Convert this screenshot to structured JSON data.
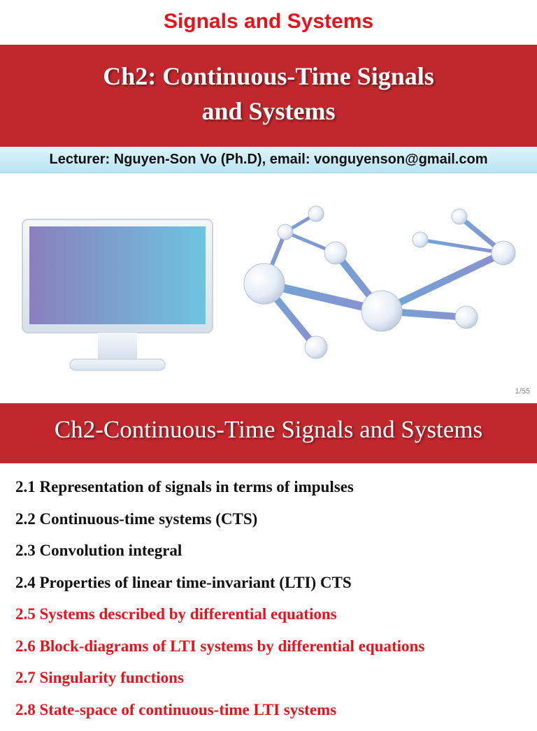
{
  "slide1": {
    "top_title": "Signals and Systems",
    "chapter_title_line1": "Ch2: Continuous-Time Signals",
    "chapter_title_line2": "and Systems",
    "lecturer": "Lecturer: Nguyen-Son Vo (Ph.D), email: vonguyenson@gmail.com",
    "page_number": "1/55",
    "illustration_icon": "monitor-network-icon"
  },
  "slide2": {
    "title": "Ch2-Continuous-Time Signals and Systems",
    "toc": [
      {
        "text": "2.1 Representation of signals in terms of impulses",
        "color": "#111111"
      },
      {
        "text": "2.2 Continuous-time systems (CTS)",
        "color": "#111111"
      },
      {
        "text": "2.3 Convolution integral",
        "color": "#111111"
      },
      {
        "text": "2.4 Properties of linear time-invariant (LTI) CTS",
        "color": "#111111"
      },
      {
        "text": "2.5 Systems described by differential equations",
        "color": "#e4141b"
      },
      {
        "text": "2.6 Block-diagrams of LTI systems by differential equations",
        "color": "#e4141b"
      },
      {
        "text": "2.7 Singularity functions",
        "color": "#e4141b"
      },
      {
        "text": "2.8 State-space of continuous-time LTI systems",
        "color": "#e4141b"
      }
    ]
  },
  "colors": {
    "accent_red": "#c1282d",
    "title_red": "#e4141b",
    "lecturer_band": "#b8e4f2"
  }
}
